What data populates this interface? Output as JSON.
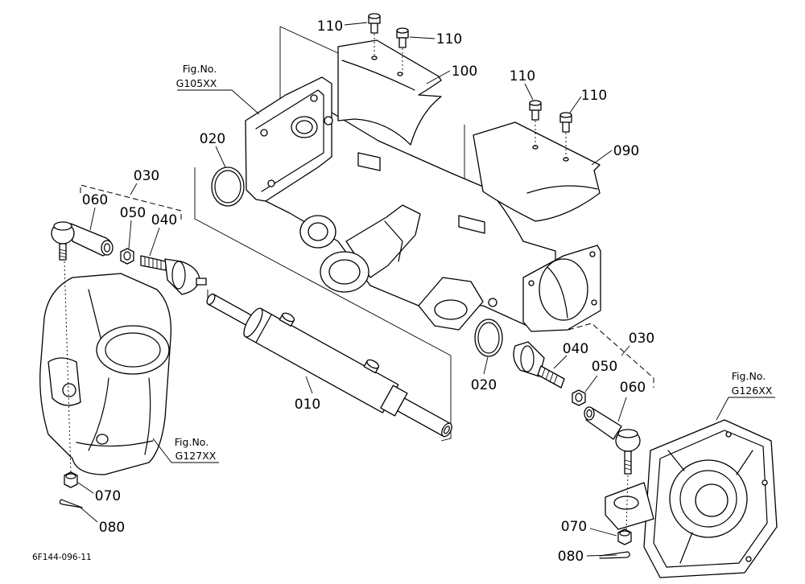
{
  "drawing_number": "6F144-096-11",
  "figure_refs": {
    "upper_left": {
      "label": "Fig.No.",
      "code": "G105XX"
    },
    "lower_left": {
      "label": "Fig.No.",
      "code": "G127XX"
    },
    "right": {
      "label": "Fig.No.",
      "code": "G126XX"
    }
  },
  "callouts": {
    "bolt_top_left": "110",
    "bolt_top_right": "110",
    "bolt_mid_left": "110",
    "bolt_mid_right": "110",
    "cover_left": "100",
    "cover_right": "090",
    "snap_ring_left": "020",
    "snap_ring_right": "020",
    "tie_rod_assy_left": "030",
    "tie_rod_assy_right": "030",
    "tie_rod_end_left": "060",
    "tie_rod_end_right": "060",
    "nut_left": "050",
    "nut_right": "050",
    "joint_left": "040",
    "joint_right": "040",
    "cylinder": "010",
    "castle_nut_left": "070",
    "castle_nut_right": "070",
    "pin_left": "080",
    "pin_right": "080"
  }
}
